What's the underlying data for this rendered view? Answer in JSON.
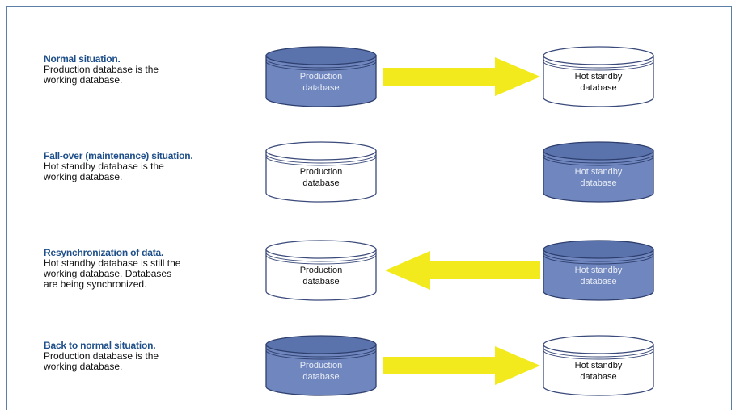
{
  "rows": [
    {
      "title": "Normal situation.",
      "body": [
        "Production database is the",
        "working database."
      ],
      "left_db": {
        "label": [
          "Production",
          "database"
        ],
        "active": true
      },
      "right_db": {
        "label": [
          "Hot standby",
          "database"
        ],
        "active": false
      },
      "arrow": "right"
    },
    {
      "title": "Fall-over (maintenance) situation.",
      "body": [
        "Hot standby database is the",
        "working database."
      ],
      "left_db": {
        "label": [
          "Production",
          "database"
        ],
        "active": false
      },
      "right_db": {
        "label": [
          "Hot standby",
          "database"
        ],
        "active": true
      },
      "arrow": "none"
    },
    {
      "title": "Resynchronization of data.",
      "body": [
        "Hot standby database is still the",
        "working database. Databases",
        "are being synchronized."
      ],
      "left_db": {
        "label": [
          "Production",
          "database"
        ],
        "active": false
      },
      "right_db": {
        "label": [
          "Hot standby",
          "database"
        ],
        "active": true
      },
      "arrow": "left"
    },
    {
      "title": "Back to normal situation.",
      "body": [
        "Production database is the",
        "working database."
      ],
      "left_db": {
        "label": [
          "Production",
          "database"
        ],
        "active": true
      },
      "right_db": {
        "label": [
          "Hot standby",
          "database"
        ],
        "active": false
      },
      "arrow": "right"
    }
  ],
  "colors": {
    "active_fill": "#6f86be",
    "active_top": "#5b73ad",
    "active_stroke": "#2e3f6e",
    "active_text": "#e8ecf6",
    "inactive_fill": "#ffffff",
    "inactive_stroke": "#3a4a7a",
    "inactive_text": "#111111",
    "arrow": "#f2ea1c",
    "title": "#1f4f8a",
    "frame": "#5b7fa6"
  }
}
